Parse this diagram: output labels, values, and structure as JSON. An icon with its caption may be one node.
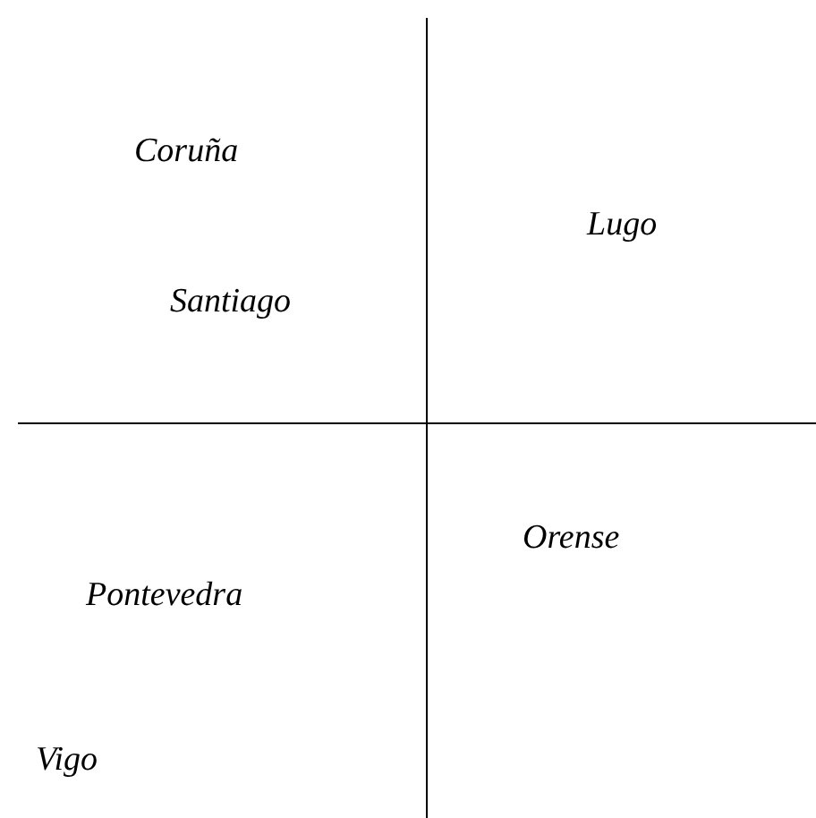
{
  "diagram": {
    "labels": [
      "Coruña",
      "Lugo",
      "Santiago",
      "Orense",
      "Pontevedra",
      "Vigo"
    ]
  }
}
